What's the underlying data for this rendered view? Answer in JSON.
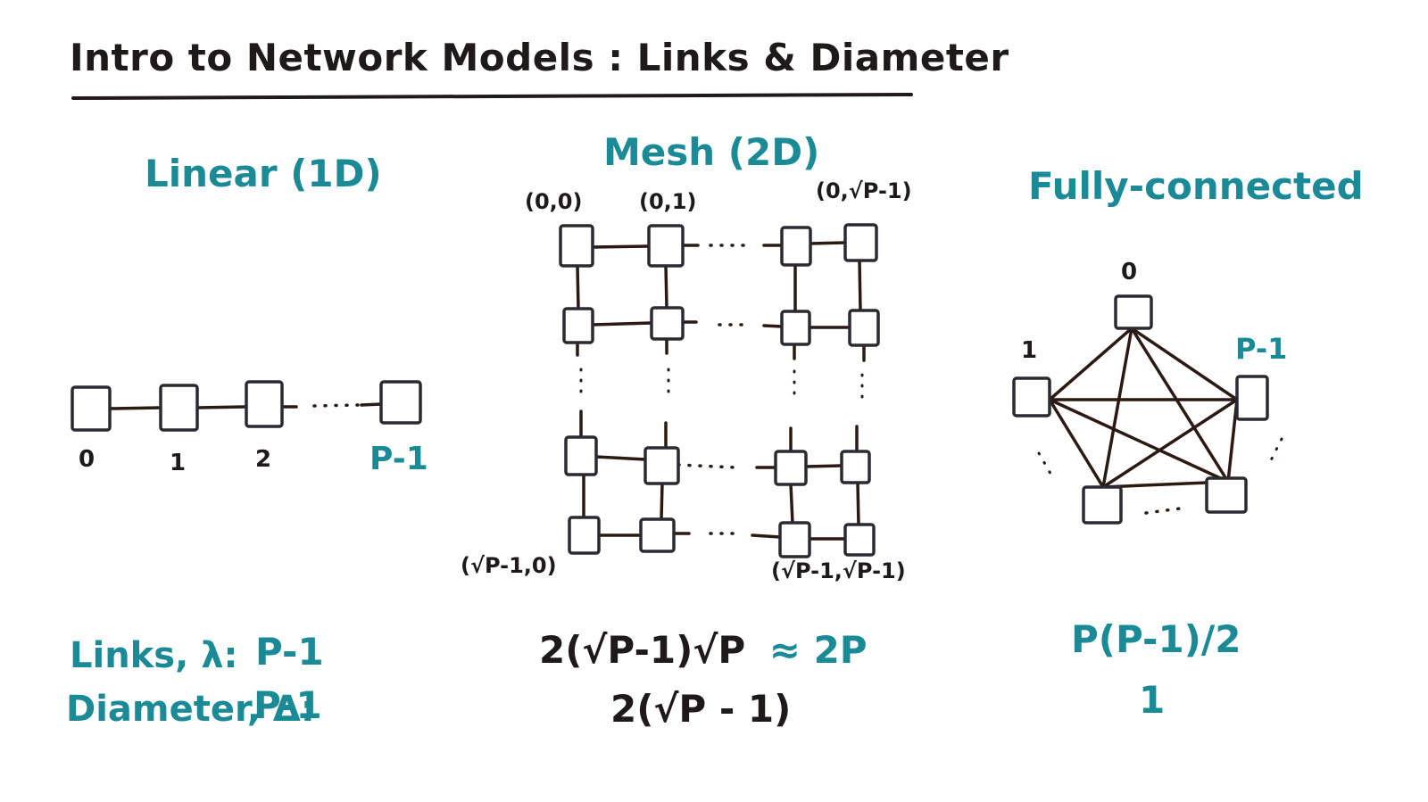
{
  "title": "Intro to Network Models : Links & Diameter",
  "linear": {
    "heading": "Linear (1D)",
    "node_labels": [
      "0",
      "1",
      "2",
      "P-1"
    ]
  },
  "mesh": {
    "heading": "Mesh (2D)",
    "corner_labels": {
      "top_left": "(0,0)",
      "top_second": "(0,1)",
      "top_right": "(0,√P-1)",
      "bottom_left": "(√P-1,0)",
      "bottom_right": "(√P-1,√P-1)"
    },
    "links": "2(√P-1)√P",
    "links_approx": "≈ 2P",
    "diameter": "2(√P - 1)"
  },
  "fully_connected": {
    "heading": "Fully-connected",
    "node_labels": {
      "top": "0",
      "left": "1",
      "right": "P-1"
    },
    "links": "P(P-1)/2",
    "diameter": "1"
  },
  "rows": {
    "links_label": "Links, λ:",
    "links_value": "P-1",
    "diameter_label": "Diameter, Δ:",
    "diameter_value": "P-1"
  },
  "colors": {
    "ink": "#1f1a1a",
    "accent": "#1b8a97"
  }
}
